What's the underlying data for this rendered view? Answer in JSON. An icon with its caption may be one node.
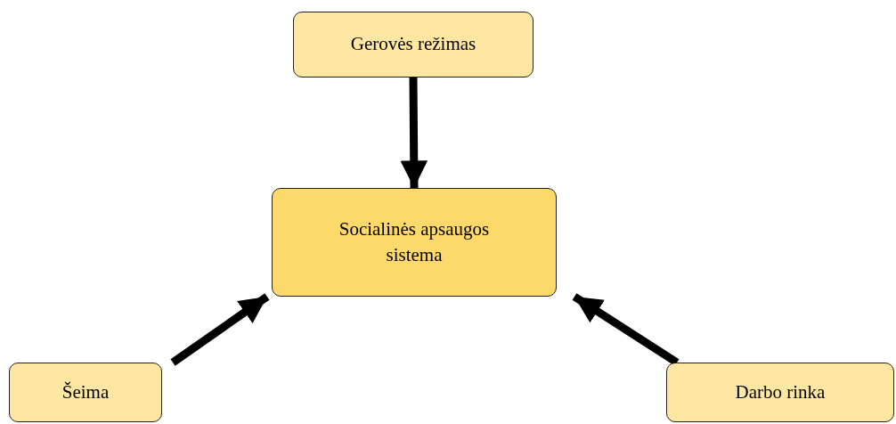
{
  "diagram": {
    "nodes": [
      {
        "text": [
          "Gerovės režimas"
        ]
      },
      {
        "text": [
          "Socialinės apsaugos sistema"
        ]
      },
      {
        "text": [
          "Šeima"
        ]
      },
      {
        "text": [
          "Darbo rinka"
        ]
      }
    ],
    "edges": [
      {
        "from": 0,
        "to": 1,
        "arrow": "to"
      },
      {
        "from": 2,
        "to": 1,
        "arrow": "to"
      },
      {
        "from": 3,
        "to": 1,
        "arrow": "to"
      }
    ]
  }
}
